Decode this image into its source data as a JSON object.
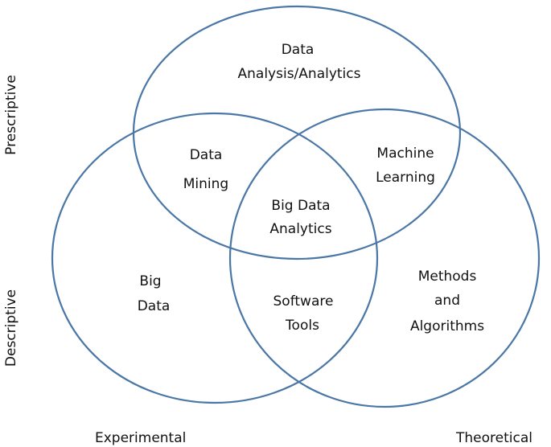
{
  "diagram": {
    "stroke_color": "#4a77a6",
    "text_color": "#111111",
    "sets": [
      {
        "id": "top"
      },
      {
        "id": "left"
      },
      {
        "id": "right"
      }
    ],
    "regions": {
      "top_only": [
        "Data",
        "Analysis/Analytics"
      ],
      "top_left": [
        "Data",
        "Mining"
      ],
      "top_right": [
        "Machine",
        "Learning"
      ],
      "center": [
        "Big Data",
        "Analytics"
      ],
      "left_only": [
        "Big",
        "Data"
      ],
      "left_right": [
        "Software",
        "Tools"
      ],
      "right_only": [
        "Methods",
        "and",
        "Algorithms"
      ]
    },
    "axes": {
      "left_top": "Prescriptive",
      "left_bottom": "Descriptive",
      "bottom_left": "Experimental",
      "bottom_right": "Theoretical"
    }
  }
}
